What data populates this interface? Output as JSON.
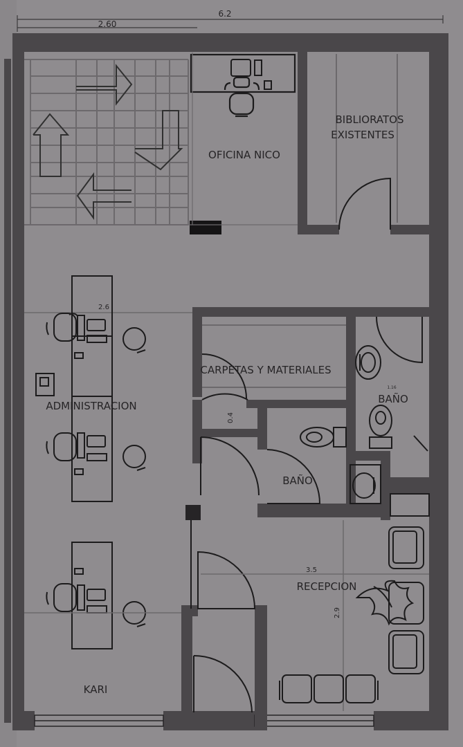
{
  "dimensions": {
    "overall_width": "6.2",
    "left_width": "2.60",
    "admin_mark": "2.6",
    "carpetas_depth": "0.4",
    "recepcion_width": "3.5",
    "recepcion_depth": "2.9",
    "bano_small": "1.16"
  },
  "rooms": {
    "oficina_nico": "OFICINA NICO",
    "biblioratos_line1": "BIBLIORATOS",
    "biblioratos_line2": "EXISTENTES",
    "carpetas": "CARPETAS Y MATERIALES",
    "administracion": "ADMINISTRACION",
    "bano_right": "BAÑO",
    "bano_center": "BAÑO",
    "recepcion": "RECEPCION",
    "kari": "KARI"
  },
  "colors": {
    "paper": "#8f8c8f",
    "wall": "#4a474a",
    "line": "#262426",
    "hatch": "#6c696c",
    "column": "#151415"
  }
}
